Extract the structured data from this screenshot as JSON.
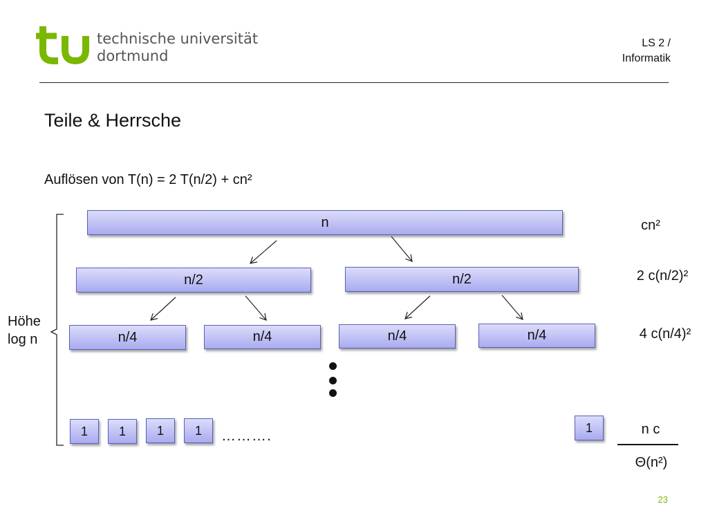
{
  "header": {
    "logo_mark": "tu",
    "university_line1": "technische universität",
    "university_line2": "dortmund",
    "dept_line1": "LS 2 /",
    "dept_line2": "Informatik"
  },
  "slide": {
    "title": "Teile & Herrsche",
    "subtitle": "Auflösen von T(n) = 2 T(n/2) + cn²",
    "page_number": "23"
  },
  "tree": {
    "root": "n",
    "level1": [
      "n/2",
      "n/2"
    ],
    "level2": [
      "n/4",
      "n/4",
      "n/4",
      "n/4"
    ],
    "leaves": [
      "1",
      "1",
      "1",
      "1",
      "1"
    ],
    "leaf_ellipsis": "……….",
    "height_label_line1": "Höhe",
    "height_label_line2": "log n"
  },
  "costs": {
    "level0": "cn²",
    "level1": "2 c(n/2)²",
    "level2": "4 c(n/4)²",
    "leaves": "n c",
    "total": "Θ(n²)"
  },
  "colors": {
    "logo_green": "#7ab800",
    "box_light": "#dcdcfb",
    "box_dark": "#a9abef",
    "box_border": "#5a5fb8"
  }
}
